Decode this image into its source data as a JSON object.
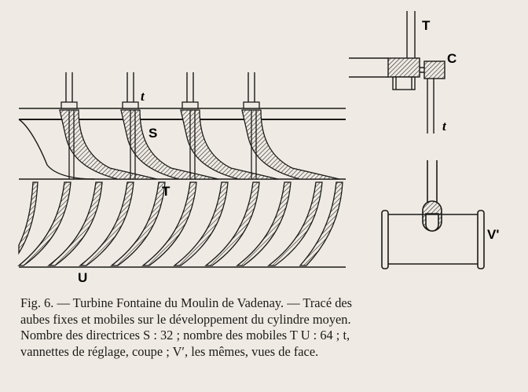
{
  "figure": {
    "labels": {
      "t_main": "t",
      "S": "S",
      "T_main": "T",
      "U": "U",
      "T_detail": "T",
      "C": "C",
      "t_detail": "t",
      "V_prime": "V'"
    }
  },
  "caption": {
    "lines": [
      "Fig. 6. — Turbine Fontaine du Moulin de Vadenay. — Tracé des",
      "aubes fixes et mobiles sur le développement du cylindre moyen.",
      "Nombre des directrices S : 32 ; nombre des mobiles T U : 64 ; t,",
      "vannettes de réglage, coupe ; V′, les mêmes, vues de face."
    ]
  }
}
